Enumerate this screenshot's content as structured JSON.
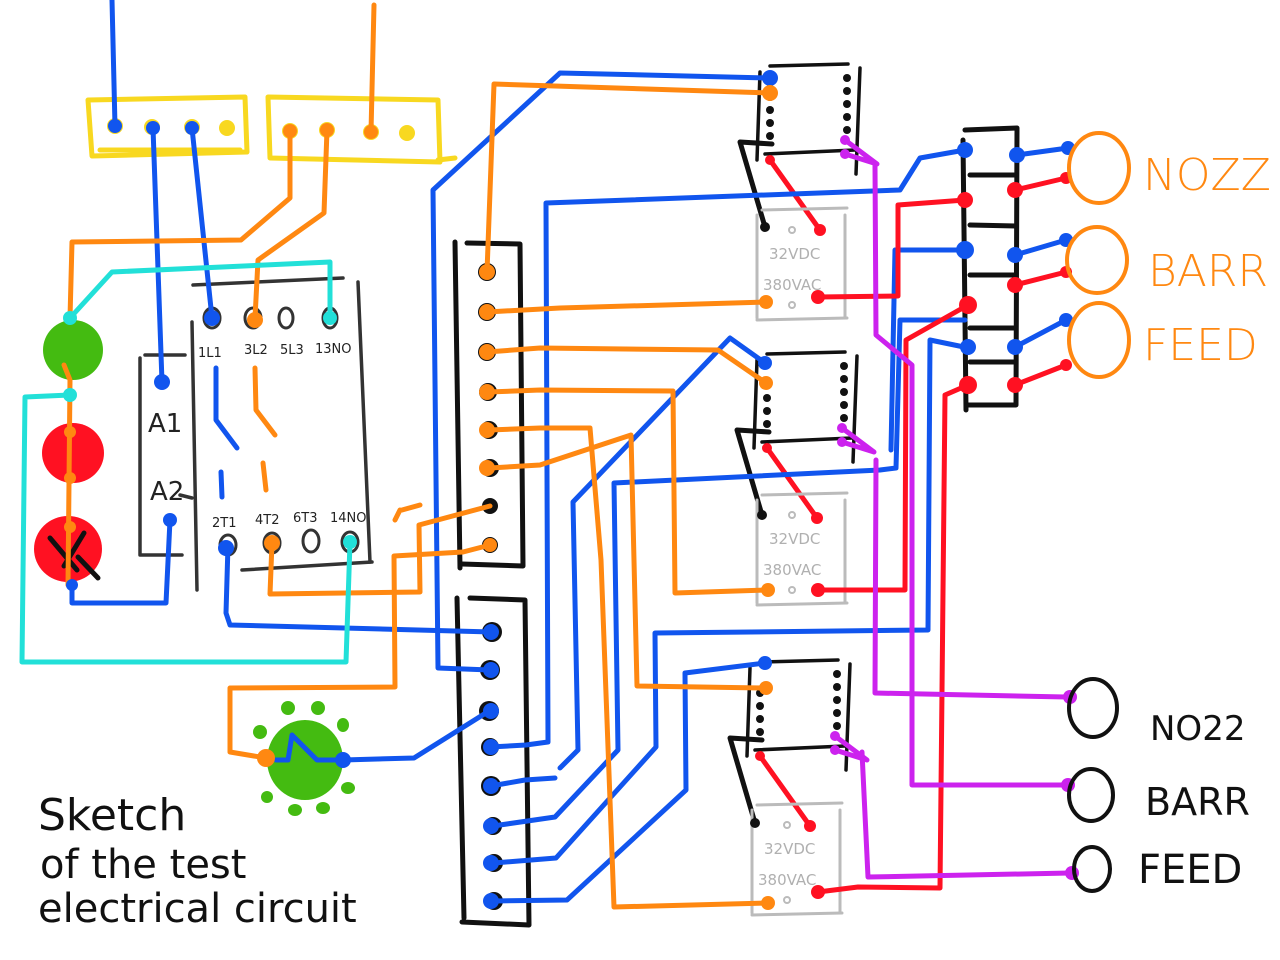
{
  "title": {
    "lines": [
      "Sketch",
      "of the test",
      "electrical circuit"
    ]
  },
  "colors": {
    "phase_a": "#1155ee",
    "phase_b": "#ff8811",
    "signal": "#22e0d8",
    "plus": "#ff1122",
    "output": "#cc22ee",
    "frame": "#111111",
    "terminal_box": "#f8d820",
    "contactor": "#333333",
    "ssr_body": "#bbbbbb",
    "lamp_green": "#44bb11",
    "lamp_red": "#ff1122"
  },
  "contactor": {
    "coil_labels": [
      "A1",
      "A2"
    ],
    "top_terminals": [
      "1L1",
      "3L2",
      "5L3",
      "13NO"
    ],
    "bottom_terminals": [
      "2T1",
      "4T2",
      "6T3",
      "14NO"
    ]
  },
  "ssr": {
    "control_label": "32VDC",
    "load_label": "380VAC"
  },
  "heater_outputs": {
    "labels": [
      "NOZZ",
      "BARR",
      "FEED"
    ]
  },
  "thermocouple_inputs": {
    "labels": [
      "NO22",
      "BARR",
      "FEED"
    ]
  }
}
